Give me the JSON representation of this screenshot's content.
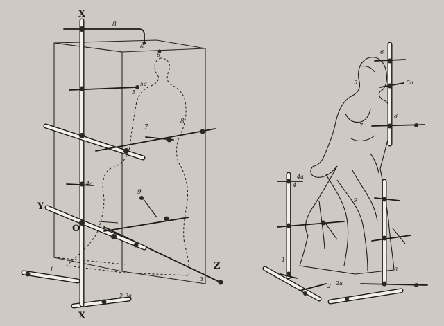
{
  "left_figure": {
    "axis_labels": {
      "x_top": "X",
      "x_bottom": "X",
      "y": "Y",
      "z": "Z",
      "origin": "O"
    },
    "point_labels": [
      "8",
      "6",
      "6",
      "5",
      "5a",
      "7",
      "8",
      "4a",
      "9",
      "1",
      "2",
      "2a",
      "3"
    ]
  },
  "right_figure": {
    "point_labels": [
      "6",
      "5",
      "5a",
      "7",
      "8",
      "4",
      "4a",
      "9",
      "1",
      "2",
      "2a",
      "3"
    ]
  },
  "colors": {
    "background": "#cfc9c3",
    "ink": "#1e1c1a",
    "tube_fill": "#f3f0ec"
  }
}
